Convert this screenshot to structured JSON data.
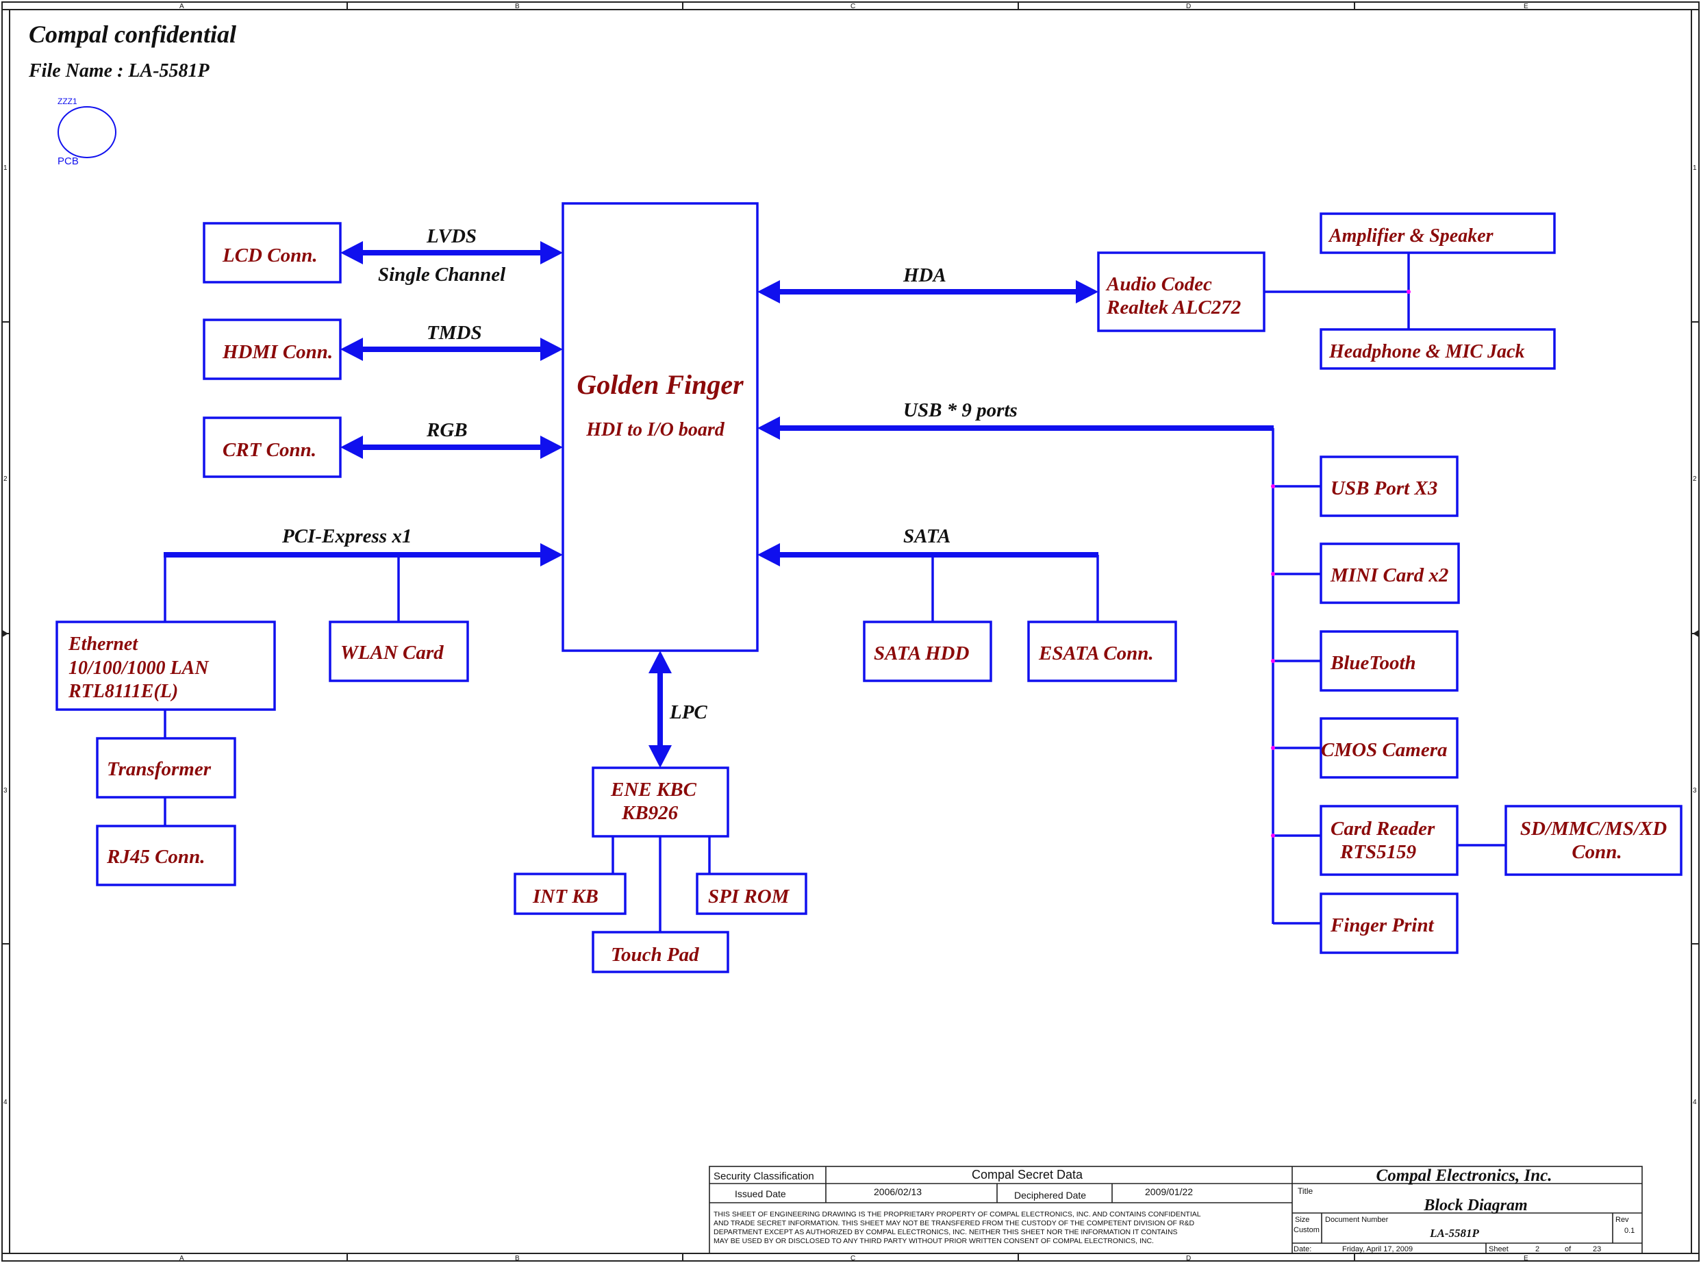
{
  "header": {
    "title": "Compal confidential",
    "file_name": "File Name : LA-5581P"
  },
  "pcb_symbol": {
    "ref": "ZZZ1",
    "label": "PCB"
  },
  "frame": {
    "columns": [
      "A",
      "B",
      "C",
      "D",
      "E"
    ],
    "rows": [
      "1",
      "2",
      "3",
      "4"
    ]
  },
  "center": {
    "title": "Golden Finger",
    "subtitle": "HDI to I/O board"
  },
  "left": {
    "lcd": "LCD Conn.",
    "lvds": "LVDS",
    "single_channel": "Single Channel",
    "hdmi": "HDMI Conn.",
    "tmds": "TMDS",
    "crt": "CRT Conn.",
    "rgb": "RGB",
    "pcie": "PCI-Express x1",
    "ethernet": [
      "Ethernet",
      "10/100/1000 LAN",
      "RTL8111E(L)"
    ],
    "wlan": "WLAN Card",
    "transformer": "Transformer",
    "rj45": "RJ45 Conn."
  },
  "bottom": {
    "lpc": "LPC",
    "kbc": [
      "ENE KBC",
      "KB926"
    ],
    "int_kb": "INT KB",
    "spi_rom": "SPI ROM",
    "touch_pad": "Touch Pad"
  },
  "right": {
    "hda": "HDA",
    "codec": [
      "Audio Codec",
      "Realtek ALC272"
    ],
    "amp": "Amplifier & Speaker",
    "headphone": "Headphone & MIC Jack",
    "usb": "USB * 9 ports",
    "sata": "SATA",
    "sata_hdd": "SATA HDD",
    "esata": "ESATA Conn.",
    "usb_port": "USB Port X3",
    "mini_card": "MINI Card x2",
    "bluetooth": "BlueTooth",
    "cmos": "CMOS Camera",
    "card_reader": [
      "Card Reader",
      "RTS5159"
    ],
    "sd": [
      "SD/MMC/MS/XD",
      "Conn."
    ],
    "finger_print": "Finger Print"
  },
  "title_block": {
    "security_label": "Security Classification",
    "security_value": "Compal Secret Data",
    "issued_label": "Issued Date",
    "issued_value": "2006/02/13",
    "deciphered_label": "Deciphered Date",
    "deciphered_value": "2009/01/22",
    "notice": [
      "THIS SHEET OF ENGINEERING DRAWING IS THE PROPRIETARY PROPERTY OF COMPAL ELECTRONICS, INC. AND CONTAINS CONFIDENTIAL",
      "AND TRADE SECRET INFORMATION. THIS SHEET MAY NOT BE TRANSFERED FROM THE CUSTODY OF THE COMPETENT DIVISION OF R&D",
      "DEPARTMENT EXCEPT AS AUTHORIZED BY COMPAL ELECTRONICS, INC. NEITHER THIS SHEET NOR THE INFORMATION IT CONTAINS",
      "MAY BE USED BY OR DISCLOSED TO ANY THIRD PARTY WITHOUT PRIOR WRITTEN CONSENT OF COMPAL ELECTRONICS, INC."
    ],
    "company": "Compal Electronics, Inc.",
    "title_label": "Title",
    "title_value": "Block Diagram",
    "size_label": "Size",
    "size_value": "Custom",
    "docnum_label": "Document Number",
    "docnum_value": "LA-5581P",
    "rev_label": "Rev",
    "rev_value": "0.1",
    "date_label": "Date:",
    "date_value": "Friday, April 17, 2009",
    "sheet_label": "Sheet",
    "sheet_value": "2",
    "of_label": "of",
    "total_value": "23"
  }
}
